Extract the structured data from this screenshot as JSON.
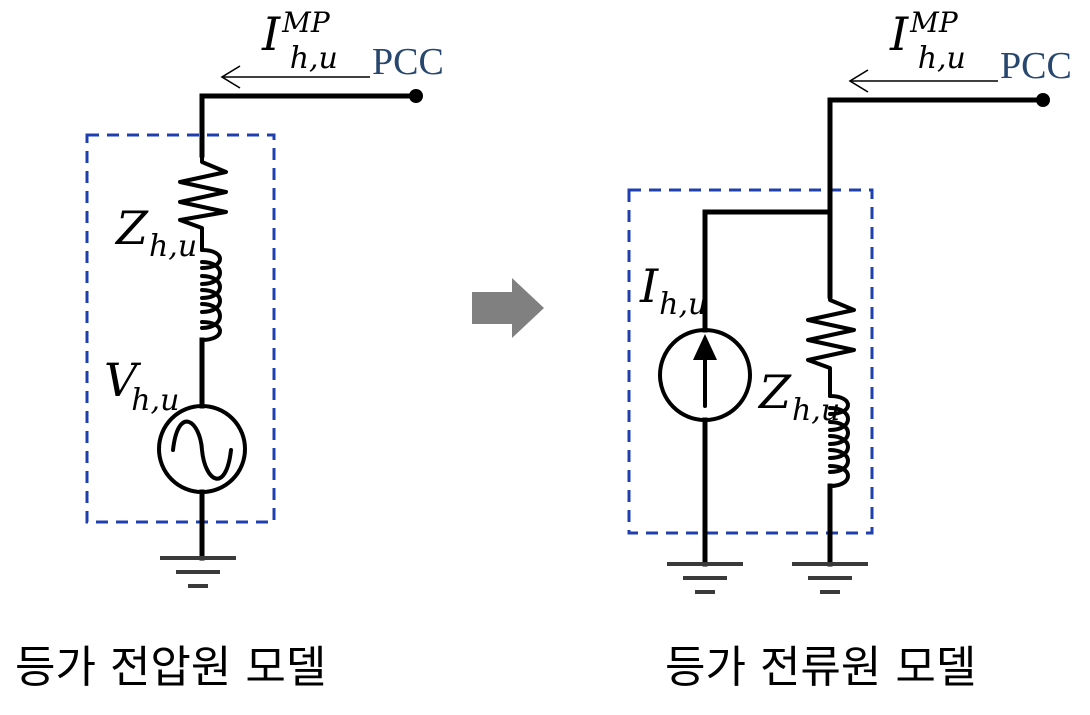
{
  "left_model": {
    "current_label": {
      "main": "I",
      "sub": "h,u",
      "sup": "MP"
    },
    "pcc_label": "PCC",
    "impedance_label": {
      "main": "Z",
      "sub": "h,u"
    },
    "source_label": {
      "main": "V",
      "sub": "h,u"
    },
    "caption": "등가 전압원 모델"
  },
  "right_model": {
    "current_label": {
      "main": "I",
      "sub": "h,u",
      "sup": "MP"
    },
    "pcc_label": "PCC",
    "source_label": {
      "main": "I",
      "sub": "h,u"
    },
    "impedance_label": {
      "main": "Z",
      "sub": "h,u"
    },
    "caption": "등가 전류원 모델"
  },
  "colors": {
    "wire": "#000000",
    "dashed_box": "#1f3fb0",
    "pcc_text": "#27476e",
    "arrow": "#808080",
    "ground": "#3a3a3a"
  },
  "icons": {
    "transform_arrow": "right-arrow-icon",
    "voltage_source": "ac-voltage-source-icon",
    "current_source": "dc-current-source-icon",
    "ground": "ground-icon"
  }
}
